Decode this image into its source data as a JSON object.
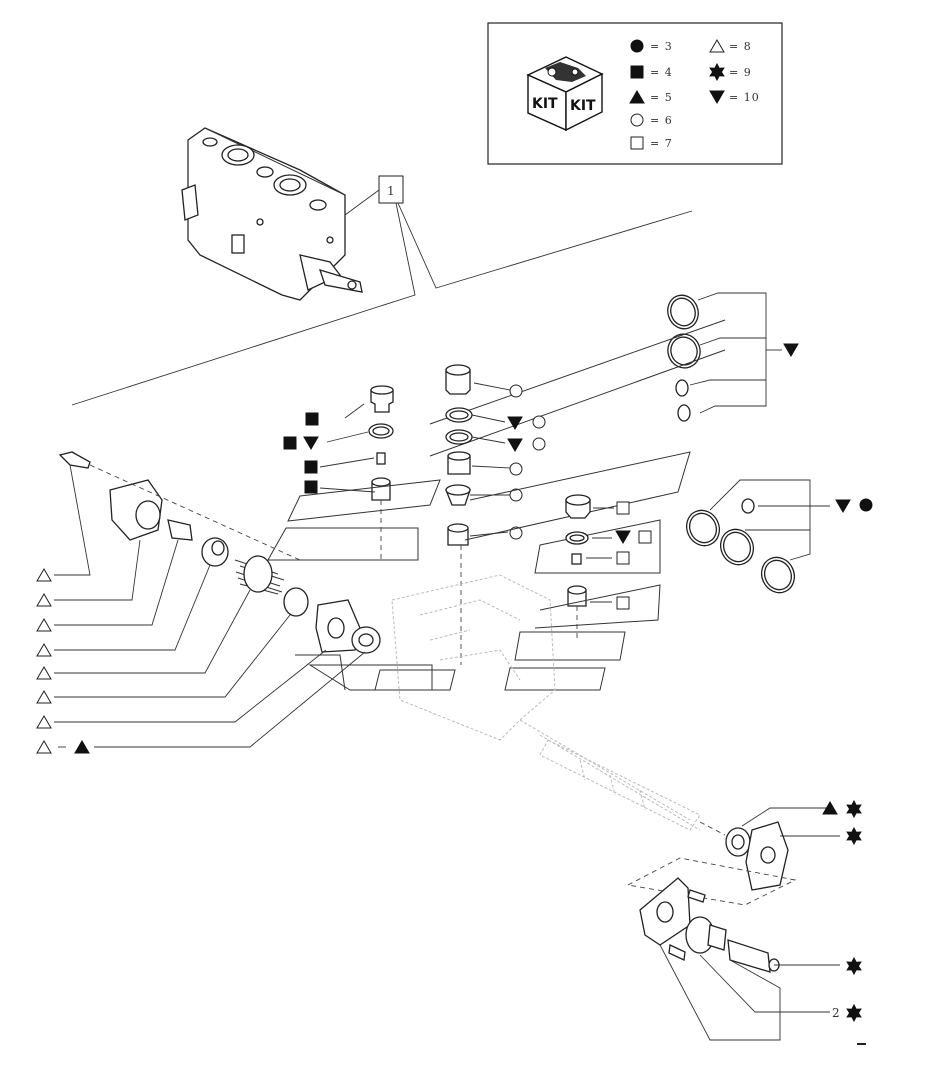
{
  "legend": {
    "items": [
      {
        "symbol": "filled-circle",
        "text": "= 3"
      },
      {
        "symbol": "filled-square",
        "text": "= 4"
      },
      {
        "symbol": "filled-triangle-up",
        "text": "= 5"
      },
      {
        "symbol": "open-circle",
        "text": "= 6"
      },
      {
        "symbol": "open-square",
        "text": "= 7"
      },
      {
        "symbol": "open-triangle-up",
        "text": "= 8"
      },
      {
        "symbol": "filled-star",
        "text": "= 9"
      },
      {
        "symbol": "filled-triangle-down",
        "text": "= 10"
      }
    ],
    "kit_label_left": "KIT",
    "kit_label_right": "KIT"
  },
  "callouts": {
    "ref_main_body": "1",
    "ref_bottom_assembly": "2"
  },
  "colors": {
    "line": "#222222",
    "ghost": "#bbbbbb",
    "paper": "#ffffff"
  }
}
